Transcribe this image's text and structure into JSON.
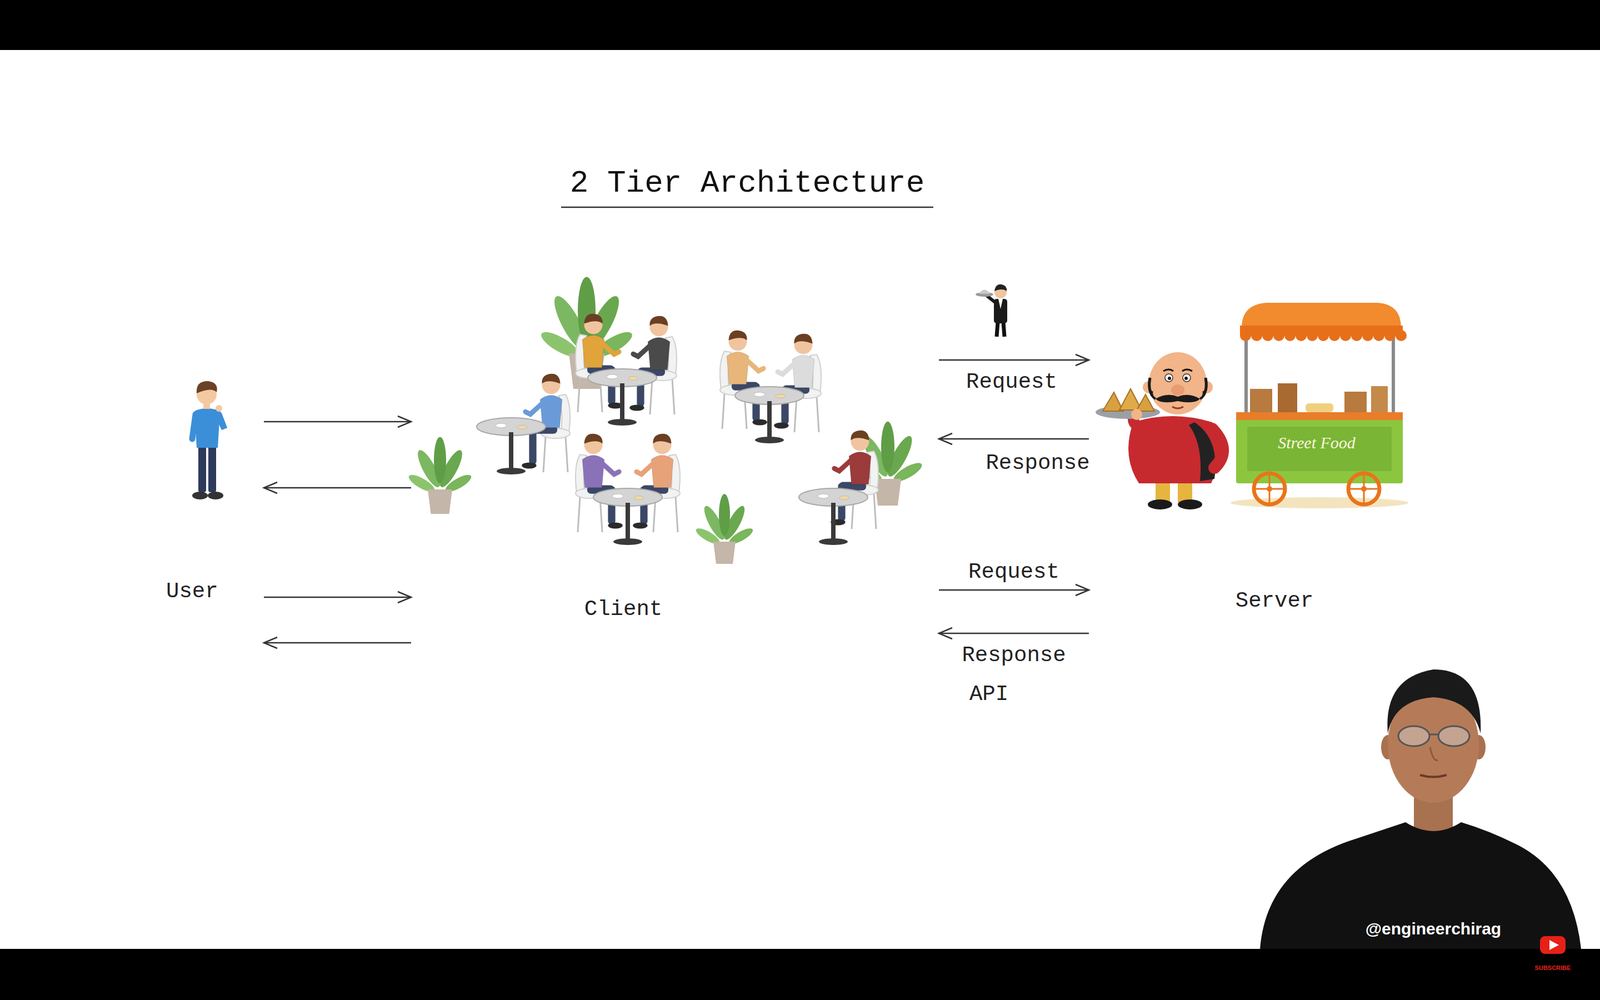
{
  "diagram": {
    "title": "2 Tier Architecture",
    "nodes": [
      {
        "text": [
          "User"
        ]
      },
      {
        "text": [
          "Client"
        ]
      },
      {
        "text": [
          "Server"
        ]
      }
    ],
    "edges": [
      {
        "from": 0,
        "to": 1,
        "arrow": "to"
      },
      {
        "from": 1,
        "to": 0,
        "arrow": "to"
      },
      {
        "from": 1,
        "to": 2,
        "label": "Request",
        "arrow": "to"
      },
      {
        "from": 2,
        "to": 1,
        "label": "Response",
        "arrow": "to"
      },
      {
        "from": 0,
        "to": 1,
        "arrow": "to"
      },
      {
        "from": 1,
        "to": 0,
        "arrow": "to"
      },
      {
        "from": 1,
        "to": 2,
        "label": "Request",
        "arrow": "to"
      },
      {
        "from": 2,
        "to": 1,
        "label": "Response",
        "arrow": "to"
      }
    ],
    "labels": [
      "API",
      "Street Food",
      "@engineerchirag",
      "SUBSCRIBE"
    ]
  }
}
